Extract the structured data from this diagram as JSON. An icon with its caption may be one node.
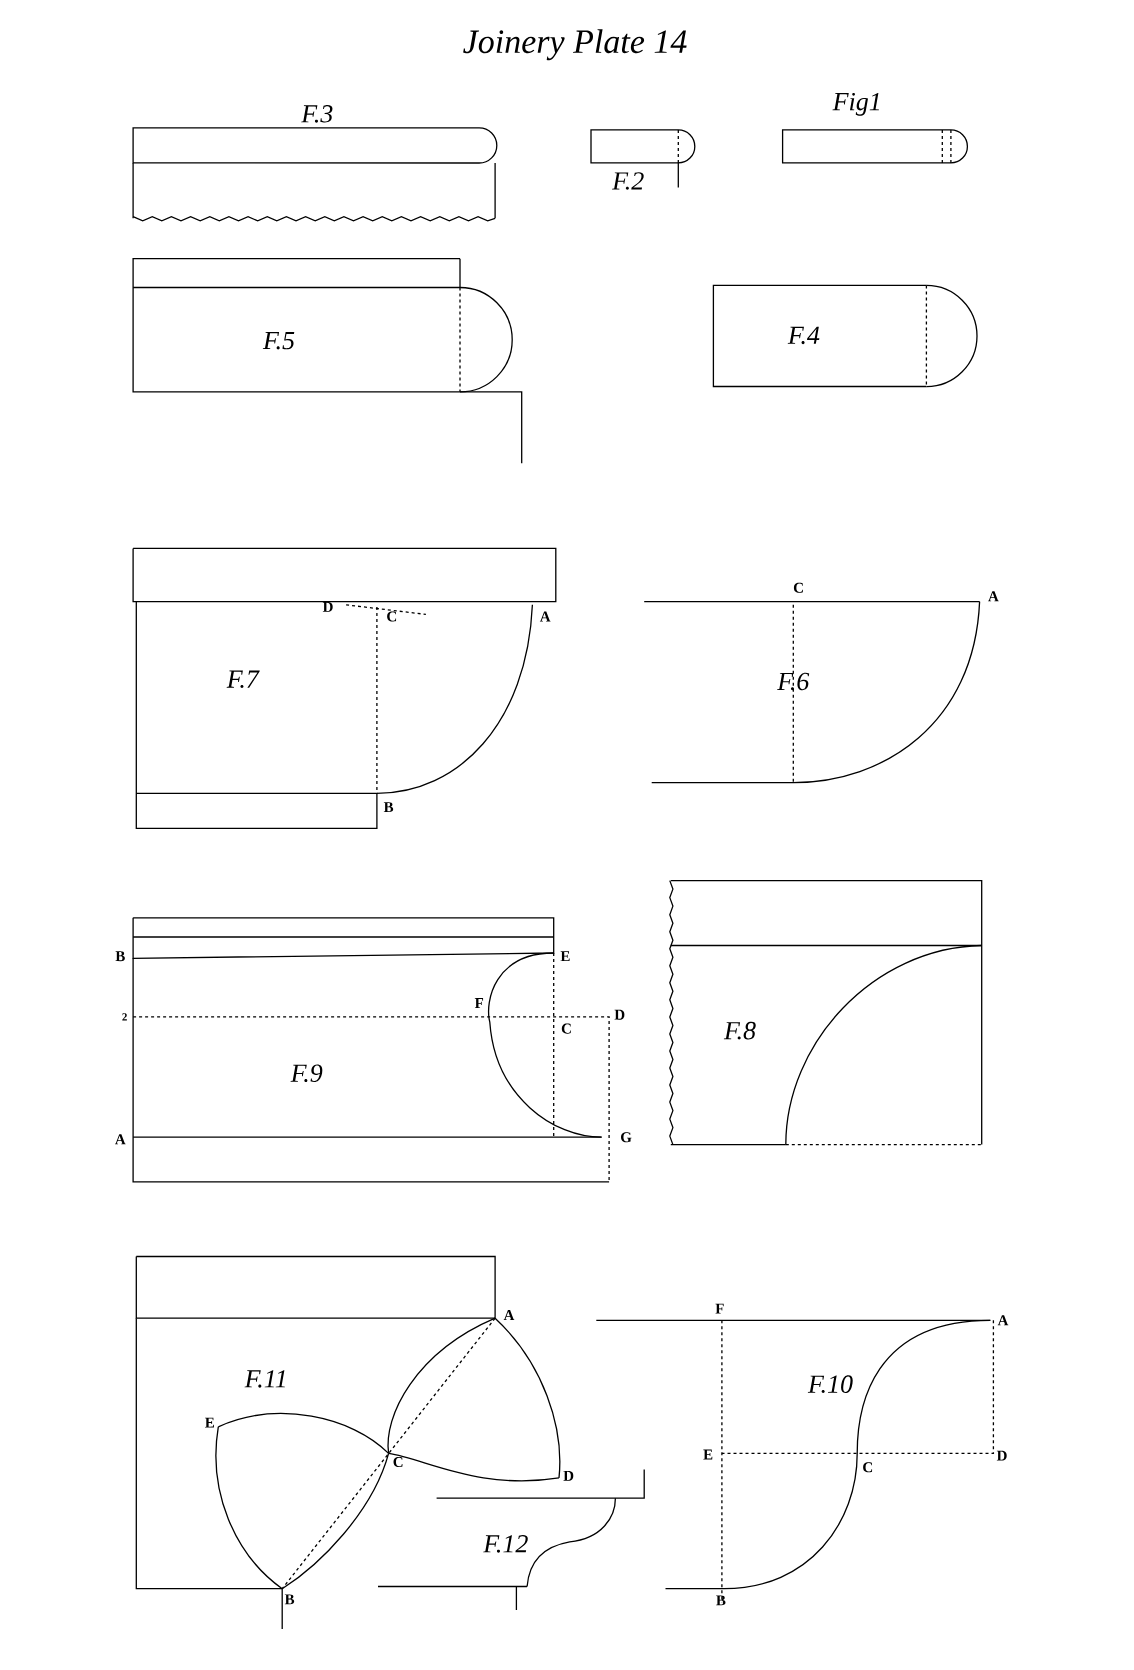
{
  "diagram": {
    "title": "Joinery Plate 14",
    "labels": [
      "F.3",
      "F.2",
      "Fig1",
      "F.5",
      "F.4",
      "D",
      "C",
      "A",
      "F.7",
      "B",
      "C",
      "A",
      "F.6",
      "B",
      "E",
      "2",
      "F",
      "C",
      "D",
      "F.9",
      "A",
      "G",
      "F.8",
      "A",
      "F.11",
      "E",
      "C",
      "D",
      "F.12",
      "B",
      "F",
      "A",
      "F.10",
      "E",
      "C",
      "D",
      "B"
    ]
  }
}
